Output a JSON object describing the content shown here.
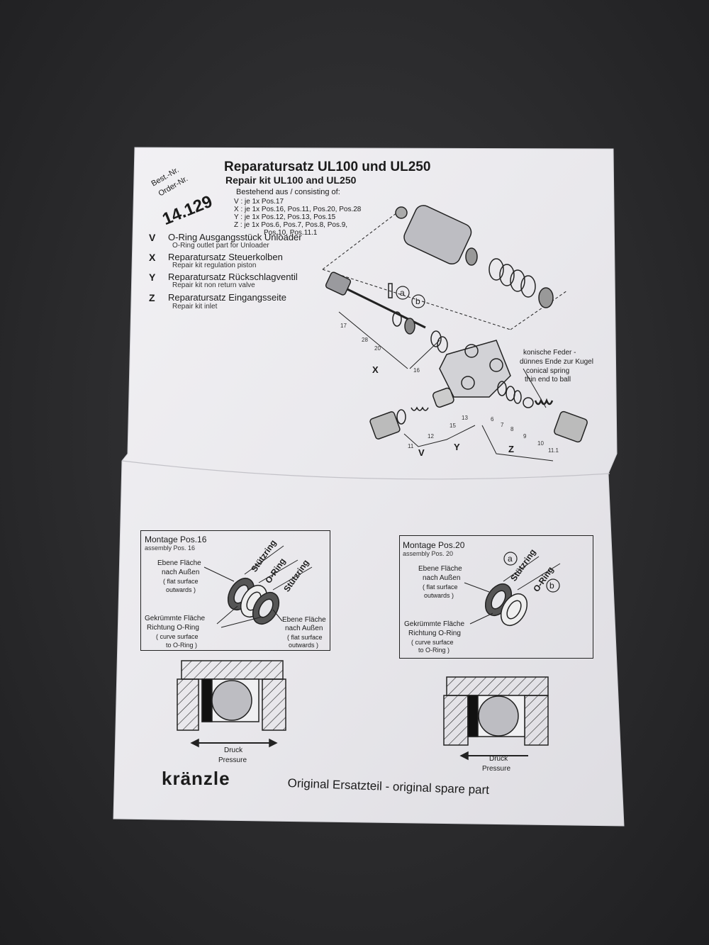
{
  "header": {
    "title_de": "Reparatursatz UL100 und UL250",
    "title_en": "Repair kit UL100 and UL250",
    "consisting": "Bestehend aus / consisting of:",
    "kit_lines": [
      "V : je 1x Pos.17",
      "X : je 1x Pos.16, Pos.11, Pos.20, Pos.28",
      "Y : je 1x Pos.12, Pos.13, Pos.15",
      "Z : je 1x Pos.6, Pos.7, Pos.8, Pos.9,",
      "Pos.10, Pos.11.1"
    ]
  },
  "order": {
    "best_nr": "Best.-Nr.",
    "order_nr": "Order-Nr.",
    "number": "14.129"
  },
  "legend": [
    {
      "key": "V",
      "de": "O-Ring Ausgangsstück Unloader",
      "en": "O-Ring outlet part for Unloader"
    },
    {
      "key": "X",
      "de": "Reparatursatz Steuerkolben",
      "en": "Repair kit regulation piston"
    },
    {
      "key": "Y",
      "de": "Reparatursatz Rückschlagventil",
      "en": "Repair kit non return valve"
    },
    {
      "key": "Z",
      "de": "Reparatursatz Eingangsseite",
      "en": "Repair kit inlet"
    }
  ],
  "diagram": {
    "spring_note": [
      "konische Feder -",
      "dünnes Ende zur Kugel",
      "conical spring",
      "thin end to ball"
    ],
    "labels": {
      "a": "a",
      "b": "b",
      "p17": "17",
      "p28": "28",
      "p20": "20",
      "p16": "16",
      "p11": "11",
      "p12": "12",
      "p15": "15",
      "p13": "13",
      "p6": "6",
      "p7": "7",
      "p8": "8",
      "p9": "9",
      "p10": "10",
      "p11_1": "11.1",
      "X": "X",
      "V": "V",
      "Y": "Y",
      "Z": "Z"
    }
  },
  "assembly16": {
    "title": "Montage Pos.16",
    "subtitle": "assembly Pos. 16",
    "left_top": [
      "Ebene Fläche",
      "nach Außen",
      "( flat surface",
      "outwards )"
    ],
    "left_bottom": [
      "Gekrümmte Fläche",
      "Richtung O-Ring",
      "( curve surface",
      "to O-Ring )"
    ],
    "right_bottom": [
      "Ebene Fläche",
      "nach Außen",
      "( flat surface",
      "outwards )"
    ],
    "diag_labels": [
      "Stützring",
      "O-Ring",
      "Stützring"
    ]
  },
  "assembly20": {
    "title": "Montage Pos.20",
    "subtitle": "assembly Pos. 20",
    "left_top": [
      "Ebene Fläche",
      "nach Außen",
      "( flat surface",
      "outwards )"
    ],
    "left_bottom": [
      "Gekrümmte Fläche",
      "Richtung O-Ring",
      "( curve surface",
      "to O-Ring )"
    ],
    "diag_labels": [
      "Stützring",
      "O-Ring"
    ],
    "circle_a": "a",
    "circle_b": "b"
  },
  "pressure": {
    "de": "Druck",
    "en": "Pressure"
  },
  "footer": {
    "brand": "kränzle",
    "tagline": "Original Ersatzteil - original spare part"
  }
}
